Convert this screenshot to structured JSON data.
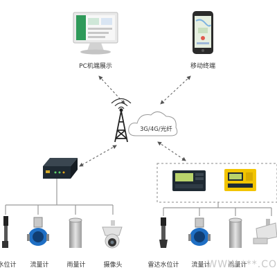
{
  "nodes": {
    "pc": "PC机端展示",
    "mobile": "移动终端",
    "network": "3G/4G/光纤"
  },
  "sensors_left": [
    "水位计",
    "流量计",
    "雨量计",
    "摄像头"
  ],
  "sensors_right": [
    "雷达水位计",
    "流量计",
    "雨量计"
  ],
  "watermark": "WWW.***.CO",
  "colors": {
    "line": "#9a9a9a",
    "dash": "#555555",
    "screen": "#2f9a5a",
    "device_dark": "#1f2a33",
    "device_lcd": "#b9d36b",
    "device_yellow": "#f2c400",
    "meter_blue": "#1f6fc4",
    "steel": "#b7b7b7"
  }
}
